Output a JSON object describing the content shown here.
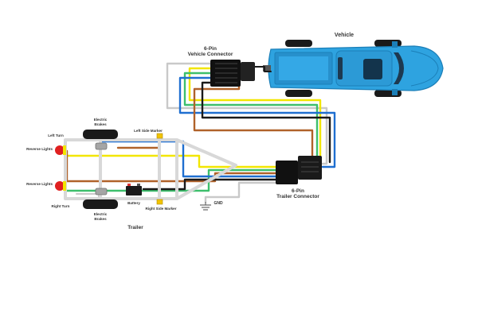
{
  "labels": {
    "vehicle": "Vehicle",
    "vehicle_connector_line1": "6-Pin",
    "vehicle_connector_line2": "Vehicle Connector",
    "trailer_connector_line1": "6-Pin",
    "trailer_connector_line2": "Trailer Connector",
    "electric_brakes": "Electric",
    "electric_brakes_2": "Brakes",
    "left_turn": "Left Turn",
    "right_turn": "Right Turn",
    "reverse_lights": "Reverse Lights",
    "left_side_marker": "Left Side Marker",
    "right_side_marker": "Right Side Marker",
    "battery": "Battery",
    "gnd": "GND",
    "trailer": "Trailer"
  },
  "colors": {
    "truck_body": "#2ea3e0",
    "truck_dark": "#1b7fb8",
    "connector": "#111111",
    "wire_white": "#c9c9c9",
    "wire_yellow": "#f2e600",
    "wire_green": "#3dbf6c",
    "wire_blue": "#1f6fd0",
    "wire_brown": "#b0622a",
    "wire_black": "#1a1a1a",
    "frame": "#d8d8d8",
    "lamp_red": "#e02020"
  }
}
